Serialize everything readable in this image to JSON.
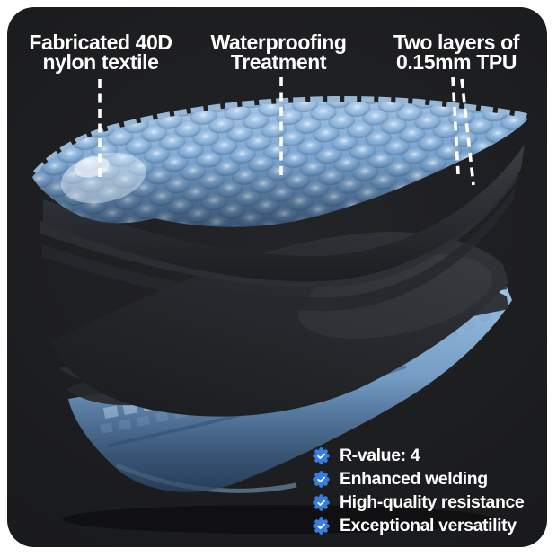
{
  "callouts": [
    {
      "line1": "Fabricated 40D",
      "line2": "nylon textile"
    },
    {
      "line1": "Waterproofing",
      "line2": "Treatment"
    },
    {
      "line1": "Two layers of",
      "line2": "0.15mm TPU"
    }
  ],
  "features": {
    "badge_color": "#3a7de0",
    "items": [
      {
        "label": "R-value: 4"
      },
      {
        "label": "Enhanced welding"
      },
      {
        "label": "High-quality resistance"
      },
      {
        "label": "Exceptional versatility"
      }
    ]
  },
  "icons": {
    "feature_badge": "verified-check-badge"
  },
  "colors": {
    "card_background": "#1b1c1e",
    "frame_background": "#ffffff",
    "text": "#ffffff",
    "leader_line": "#ffffff",
    "mattress_blue": "#7ba7d3",
    "layer_dark": "#26282c",
    "badge_blue": "#3a7de0"
  }
}
